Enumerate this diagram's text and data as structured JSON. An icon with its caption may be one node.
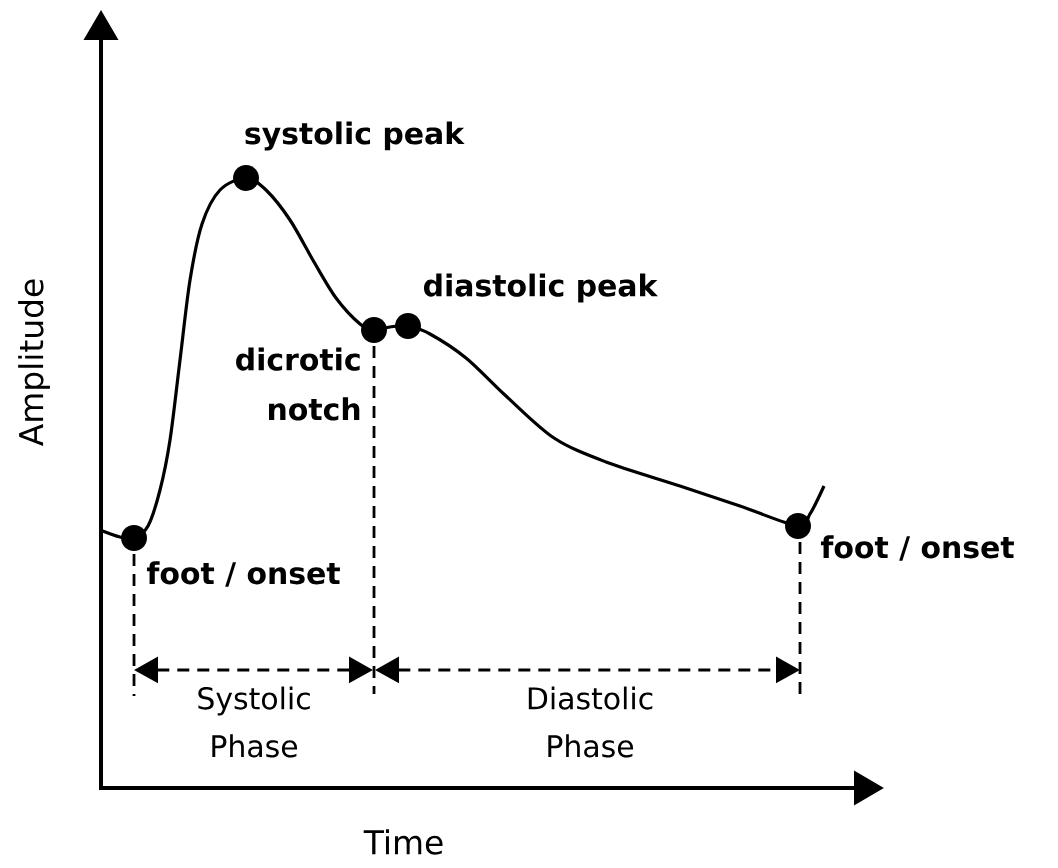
{
  "diagram": {
    "labels": [
      "systolic peak",
      "diastolic peak",
      "dicrotic notch",
      "Amplitude",
      "foot / onset",
      "foot / onset",
      "Systolic Phase",
      "Diastolic Phase",
      "Time"
    ]
  }
}
